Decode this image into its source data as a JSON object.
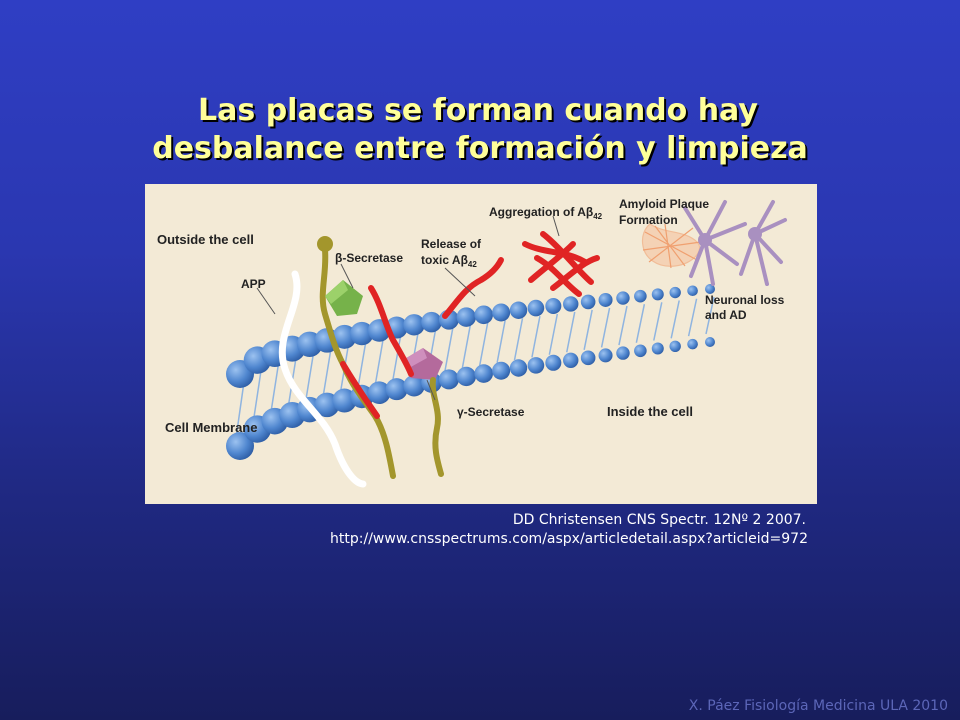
{
  "slide": {
    "title_line1": "Las placas se forman cuando hay",
    "title_line2": "desbalance entre formación y limpieza",
    "citation_line1": "DD Christensen CNS Spectr. 12Nº 2 2007.",
    "citation_line2": "http://www.cnsspectrums.com/aspx/articledetail.aspx?articleid=972",
    "footer": "X. Páez Fisiología Medicina ULA 2010"
  },
  "diagram": {
    "outside_cell": "Outside the cell",
    "inside_cell": "Inside the cell",
    "cell_membrane": "Cell Membrane",
    "app": "APP",
    "beta_secretase": "β-Secretase",
    "gamma_secretase": "γ-Secretase",
    "release_line1": "Release of",
    "release_line2": "toxic Aβ",
    "release_sub": "42",
    "aggregation": "Aggregation of Aβ",
    "aggregation_sub": "42",
    "plaque_line1": "Amyloid Plaque",
    "plaque_line2": "Formation",
    "neuronal_line1": "Neuronal loss",
    "neuronal_line2": "and AD",
    "colors": {
      "background": "#f3ead6",
      "lipid_head": "#4f86cf",
      "app_protein": "#ffffff",
      "abeta": "#e02424",
      "stub": "#a3962c",
      "beta_secretase": "#76b24a",
      "gamma_secretase": "#b46a9c",
      "neuron": "#a990c0",
      "plaque": "#f0a070"
    }
  }
}
